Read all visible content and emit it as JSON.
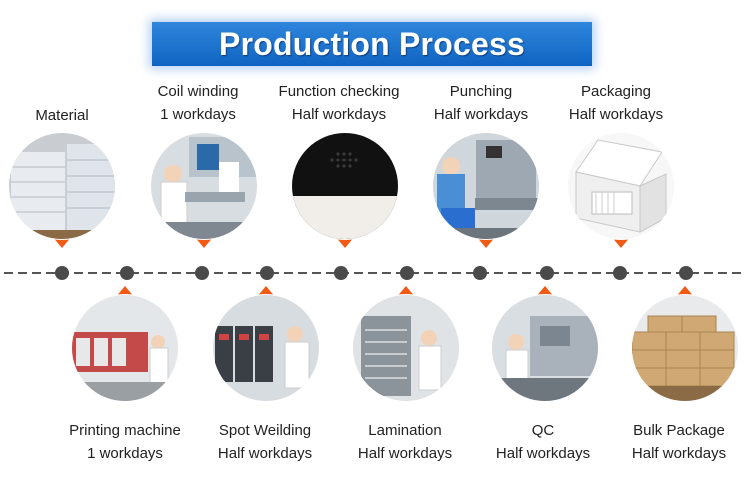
{
  "title": "Production Process",
  "colors": {
    "banner": "#1670cf",
    "accent": "#f05a14",
    "timeline": "#555555"
  },
  "top_steps": [
    {
      "name": "Material",
      "duration": ""
    },
    {
      "name": "Coil winding",
      "duration": "1 workdays"
    },
    {
      "name": "Function checking",
      "duration": "Half workdays"
    },
    {
      "name": "Punching",
      "duration": "Half workdays"
    },
    {
      "name": "Packaging",
      "duration": "Half workdays"
    }
  ],
  "bottom_steps": [
    {
      "name": "Printing machine",
      "duration": "1 workdays"
    },
    {
      "name": "Spot Weilding",
      "duration": "Half workdays"
    },
    {
      "name": "Lamination",
      "duration": "Half workdays"
    },
    {
      "name": "QC",
      "duration": "Half workdays"
    },
    {
      "name": "Bulk Package",
      "duration": "Half workdays"
    }
  ]
}
